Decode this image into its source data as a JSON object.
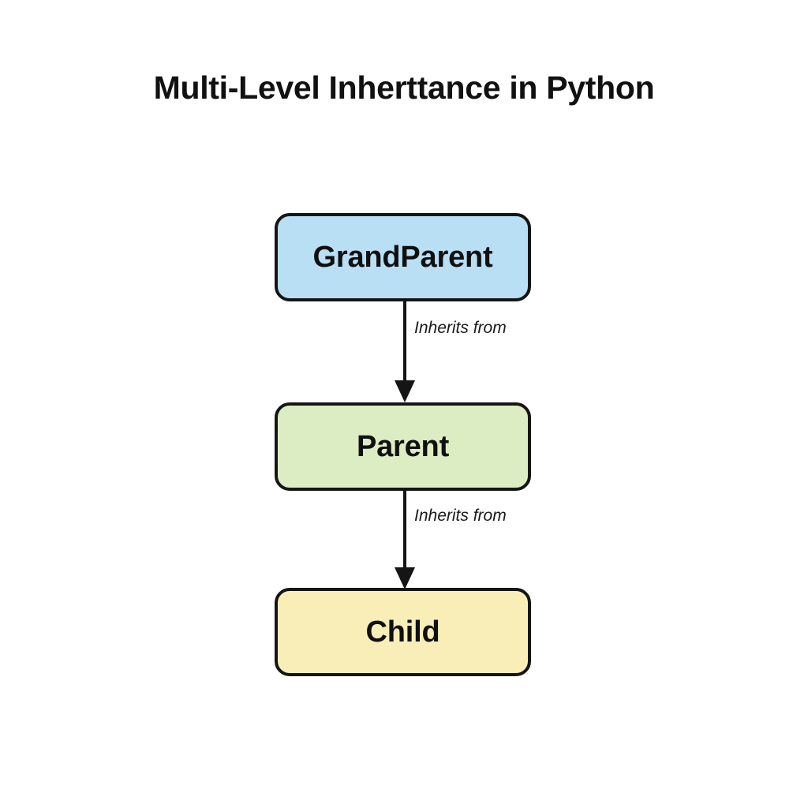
{
  "title": "Multi-Level Inherttance in Python",
  "background_color": "#ffffff",
  "diagram": {
    "type": "class-inheritance-hierarchy",
    "orientation": "vertical-top-down",
    "nodes": [
      {
        "id": "grandparent",
        "label": "GrandParent",
        "fill_color": "#b8dff4",
        "border_color": "#151515",
        "level": 1
      },
      {
        "id": "parent",
        "label": "Parent",
        "fill_color": "#dcecc3",
        "border_color": "#151515",
        "level": 2
      },
      {
        "id": "child",
        "label": "Child",
        "fill_color": "#faeeb8",
        "border_color": "#151515",
        "level": 3
      }
    ],
    "edges": [
      {
        "id": "edge-grandparent-parent",
        "from": "grandparent",
        "to": "parent",
        "label": "Inherits from",
        "color": "#151515",
        "arrow": "solid-triangle-down"
      },
      {
        "id": "edge-parent-child",
        "from": "parent",
        "to": "child",
        "label": "Inherits from",
        "color": "#151515",
        "arrow": "solid-triangle-down"
      }
    ]
  }
}
